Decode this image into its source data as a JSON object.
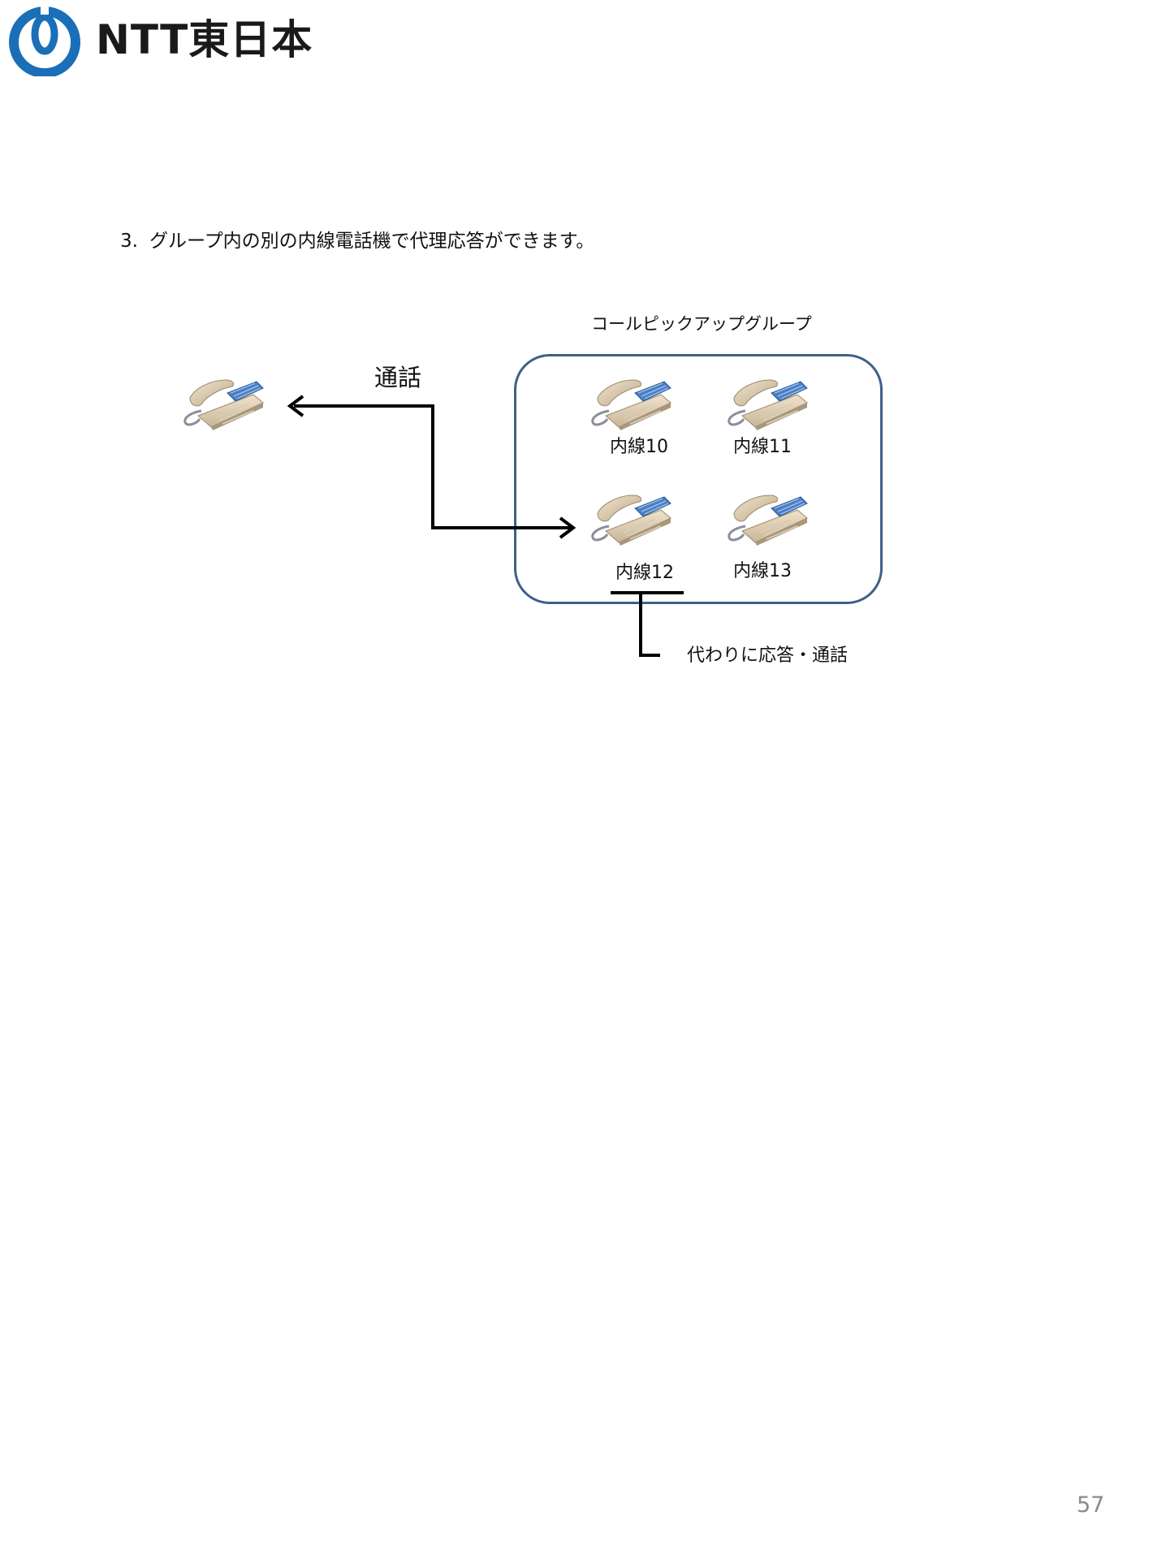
{
  "header": {
    "brand_text": "NTT東日本",
    "colors": {
      "logo_blue": "#1a6fb8",
      "logo_text": "#1a1a1a"
    }
  },
  "instruction": {
    "number": "3.",
    "text": "グループ内の別の内線電話機で代理応答ができます。"
  },
  "diagram": {
    "group_title": "コールピックアップグループ",
    "call_label": "通話",
    "extensions": [
      {
        "label": "内線10"
      },
      {
        "label": "内線11"
      },
      {
        "label": "内線12"
      },
      {
        "label": "内線13"
      }
    ],
    "answer_label": "代わりに応答・通話",
    "colors": {
      "group_border": "#3f5f8a",
      "arrow": "#000000"
    },
    "icons": [
      "telephone-icon"
    ]
  },
  "footer": {
    "page_number": "57"
  }
}
